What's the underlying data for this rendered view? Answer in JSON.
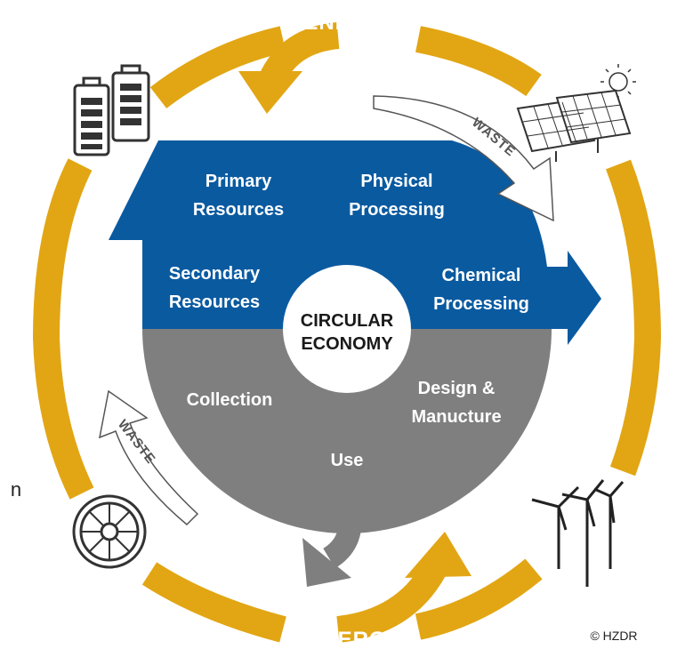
{
  "colors": {
    "energy_ring": "#E2A614",
    "upper_half": "#0A5AA0",
    "lower_half": "#7F7F7F",
    "waste_arrow": "#FFFFFF",
    "center": "#FFFFFF"
  },
  "energy_top": "ENERGY",
  "energy_bottom": "ENERGY",
  "upper_labels": {
    "primary_1": "Primary",
    "primary_2": "Resources",
    "physical_1": "Physical",
    "physical_2": "Processing",
    "secondary_1": "Secondary",
    "secondary_2": "Resources",
    "chemical_1": "Chemical",
    "chemical_2": "Processing"
  },
  "lower_labels": {
    "collection": "Collection",
    "design_1": "Design &",
    "design_2": "Manucture",
    "use": "Use"
  },
  "center": {
    "line1": "CIRCULAR",
    "line2": "ECONOMY"
  },
  "waste_top": "WASTE",
  "waste_bottom": "WASTE",
  "stray_text": "n",
  "copyright": "© HZDR",
  "icons": [
    "battery-icon",
    "solar-panel-icon",
    "sun-icon",
    "wind-turbine-icon",
    "wheel-icon"
  ]
}
